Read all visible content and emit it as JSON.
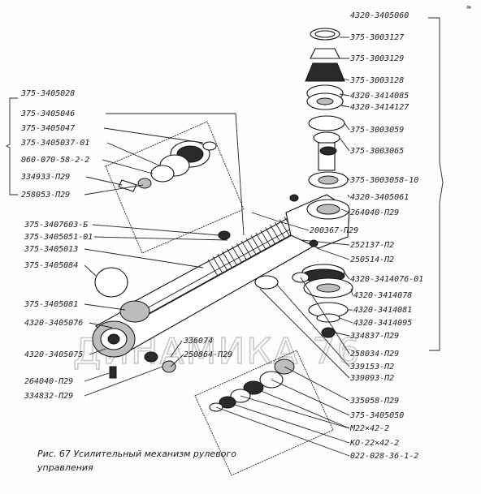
{
  "labels": {
    "l01": "4320-3405060",
    "l02": "375-3003127",
    "l03": "375-3003129",
    "l04": "375-3003128",
    "l05": "4320-3414085",
    "l06": "4320-3414127",
    "l07": "375-3003059",
    "l08": "375-3003065",
    "l09": "375-3003058-10",
    "l10": "4320-3405061",
    "l11": "264040-П29",
    "l12": "200367-П29",
    "l13": "252137-П2",
    "l14": "250514-П2",
    "l15": "4320-3414076-01",
    "l16": "4320-3414078",
    "l17": "4320-3414081",
    "l18": "4320-3414095",
    "l19": "334837-П29",
    "l20": "258034-П29",
    "l21": "339153-П2",
    "l22": "339093-П2",
    "l23": "335058-П29",
    "l24": "375-3405050",
    "l25": "М22×42-2",
    "l26": "КО-22×42-2",
    "l27": "022-028-36-1-2",
    "l28": "375-3405028",
    "l29": "375-3405046",
    "l30": "375-3405047",
    "l31": "375-3405037-01",
    "l32": "060-070-58-2-2",
    "l33": "334933-П29",
    "l34": "258053-П29",
    "l35": "375-3407603-Б",
    "l36": "375-3405051-01",
    "l37": "375-3405013",
    "l38": "375-3405084",
    "l39": "375-3405081",
    "l40": "4320-3405076",
    "l41": "4320-3405075",
    "l42": "264040-П29",
    "l43": "334832-П29",
    "l44": "336074",
    "l45": "250864-П29"
  },
  "caption": {
    "line1": "Рис. 67 Усилительный механизм рулевого",
    "line2": "управления"
  },
  "watermark": "ДИНАМИКА 76",
  "corner_mark": "≈"
}
